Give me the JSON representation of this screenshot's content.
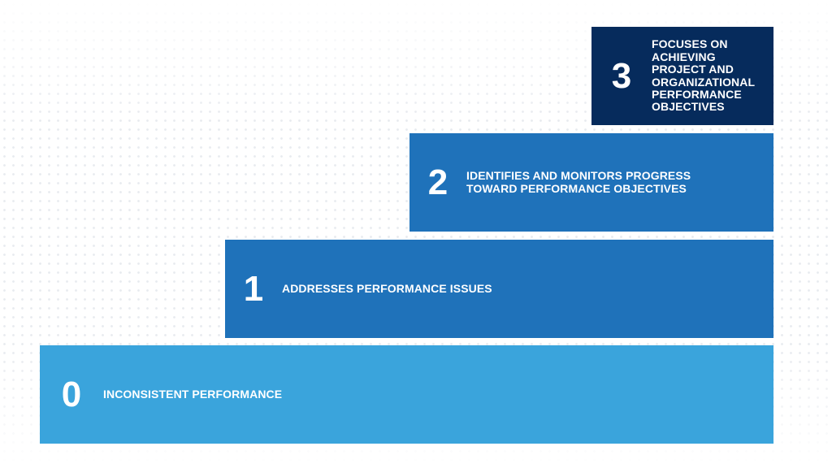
{
  "steps": [
    {
      "level": "0",
      "label": "INCONSISTENT PERFORMANCE",
      "color": "#3aa4dc"
    },
    {
      "level": "1",
      "label": "ADDRESSES PERFORMANCE ISSUES",
      "color": "#1f72ba"
    },
    {
      "level": "2",
      "label": "IDENTIFIES AND MONITORS PROGRESS TOWARD PERFORMANCE OBJECTIVES",
      "color": "#1f72ba"
    },
    {
      "level": "3",
      "label": "FOCUSES ON ACHIEVING PROJECT AND ORGANIZATIONAL PERFORMANCE OBJECTIVES",
      "color": "#062b5c"
    }
  ]
}
